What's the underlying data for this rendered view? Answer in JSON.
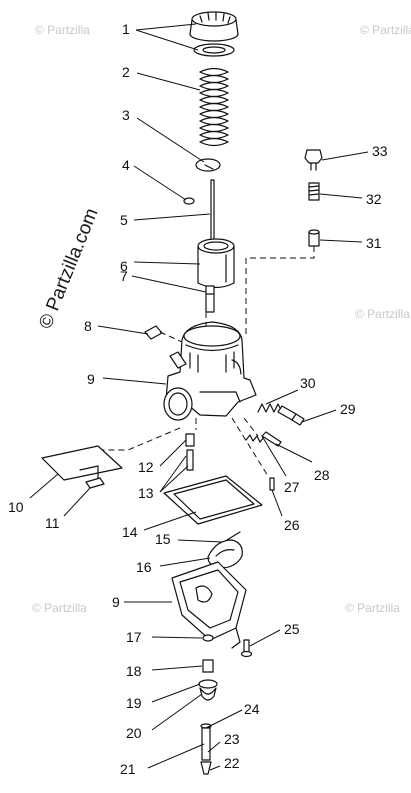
{
  "watermark": {
    "small_text": "© Partzilla",
    "diagonal_text": "© Partzilla.com"
  },
  "callouts": [
    "1",
    "2",
    "3",
    "4",
    "5",
    "6",
    "7",
    "8",
    "9",
    "10",
    "11",
    "12",
    "13",
    "14",
    "15",
    "16",
    "17",
    "18",
    "19",
    "20",
    "21",
    "22",
    "23",
    "24",
    "25",
    "26",
    "27",
    "28",
    "29",
    "30",
    "31",
    "32",
    "33"
  ],
  "callout_9_lower": "9",
  "callout_13_second": "13"
}
